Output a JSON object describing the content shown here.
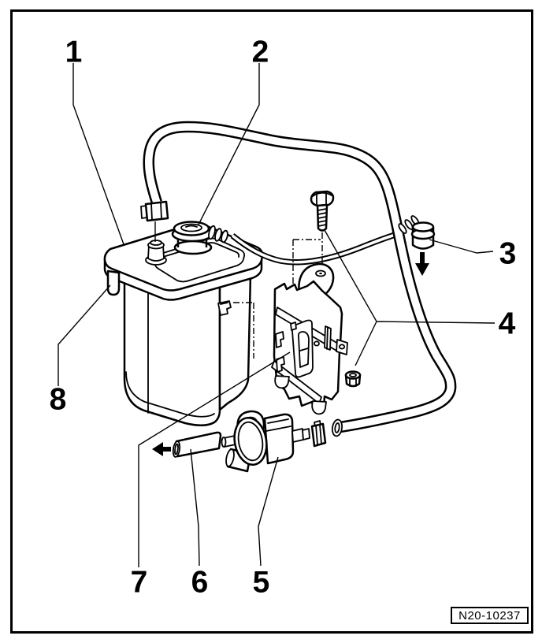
{
  "figure": {
    "figure_id": "N20-10237",
    "callouts": [
      {
        "label": "1"
      },
      {
        "label": "2"
      },
      {
        "label": "3"
      },
      {
        "label": "4"
      },
      {
        "label": "5"
      },
      {
        "label": "6"
      },
      {
        "label": "7"
      },
      {
        "label": "8"
      }
    ]
  }
}
